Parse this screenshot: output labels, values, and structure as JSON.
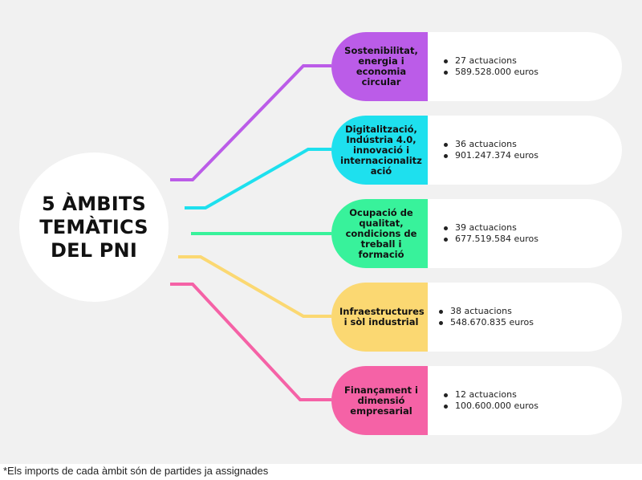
{
  "center_title": "5 ÀMBITS\nTEMÀTICS\nDEL PNI",
  "colors": {
    "background": "#f1f1f1",
    "purple": "#bb5ce8",
    "cyan": "#1ee0ee",
    "green": "#38f29b",
    "yellow": "#fbd872",
    "pink": "#f562a6"
  },
  "areas": [
    {
      "label": "Sostenibilitat,\nenergia i\neconomia\ncircular",
      "actions": "27 actuacions",
      "amount": "589.528.000 euros",
      "color": "#bb5ce8"
    },
    {
      "label": "Digitalització,\nIndústria 4.0,\ninnovació i\ninternacionalitz\nació",
      "actions": "36 actuacions",
      "amount": "901.247.374 euros",
      "color": "#1ee0ee"
    },
    {
      "label": "Ocupació de\nqualitat,\ncondicions de\ntreball i\nformació",
      "actions": "39 actuacions",
      "amount": "677.519.584 euros",
      "color": "#38f29b"
    },
    {
      "label": "Infraestructures\ni sòl industrial",
      "actions": "38 actuacions",
      "amount": "548.670.835 euros",
      "color": "#fbd872"
    },
    {
      "label": "Finançament i\ndimensió\nempresarial",
      "actions": "12 actuacions",
      "amount": "100.600.000 euros",
      "color": "#f562a6"
    }
  ],
  "footnote": "*Els imports de cada àmbit són de partides ja assignades"
}
